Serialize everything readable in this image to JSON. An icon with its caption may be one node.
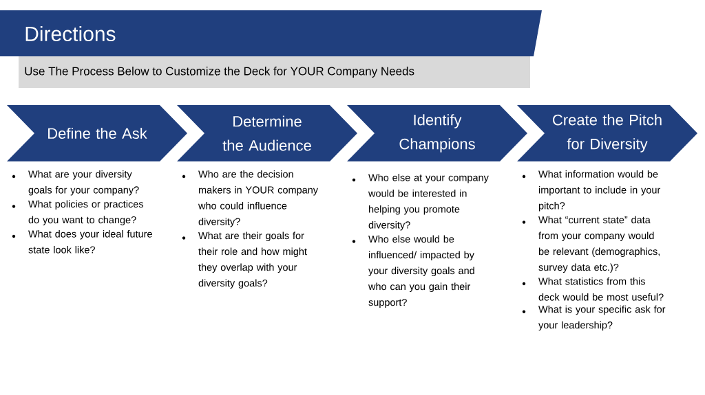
{
  "diagram": {
    "title": "Directions",
    "nodes": [
      {
        "text": [
          "Define the Ask"
        ],
        "beside": [
          "What are your diversity goals for your company?",
          "What policies or practices do you want to change?",
          "What does your ideal future state look like?"
        ]
      },
      {
        "text": [
          "Determine the Audience"
        ],
        "beside": [
          "Who are the decision makers in YOUR company who could influence diversity?",
          "What are their goals for their role and how might they overlap with your diversity goals?"
        ]
      },
      {
        "text": [
          "Identify Champions"
        ],
        "beside": [
          "Who else at your company would be interested in helping you promote diversity?",
          "Who else would be influenced/ impacted by your diversity goals and who can you gain their support?"
        ]
      },
      {
        "text": [
          "Create the Pitch for Diversity"
        ],
        "beside": [
          "What information would be important to include in your pitch?",
          "What “current state” data from your company would be relevant (demographics, survey data etc.)?",
          "What statistics from this deck would be most useful?",
          "What is your specific ask for your leadership?"
        ]
      }
    ],
    "labels": [
      "Use The Process Below to Customize the Deck for YOUR Company Needs"
    ]
  }
}
